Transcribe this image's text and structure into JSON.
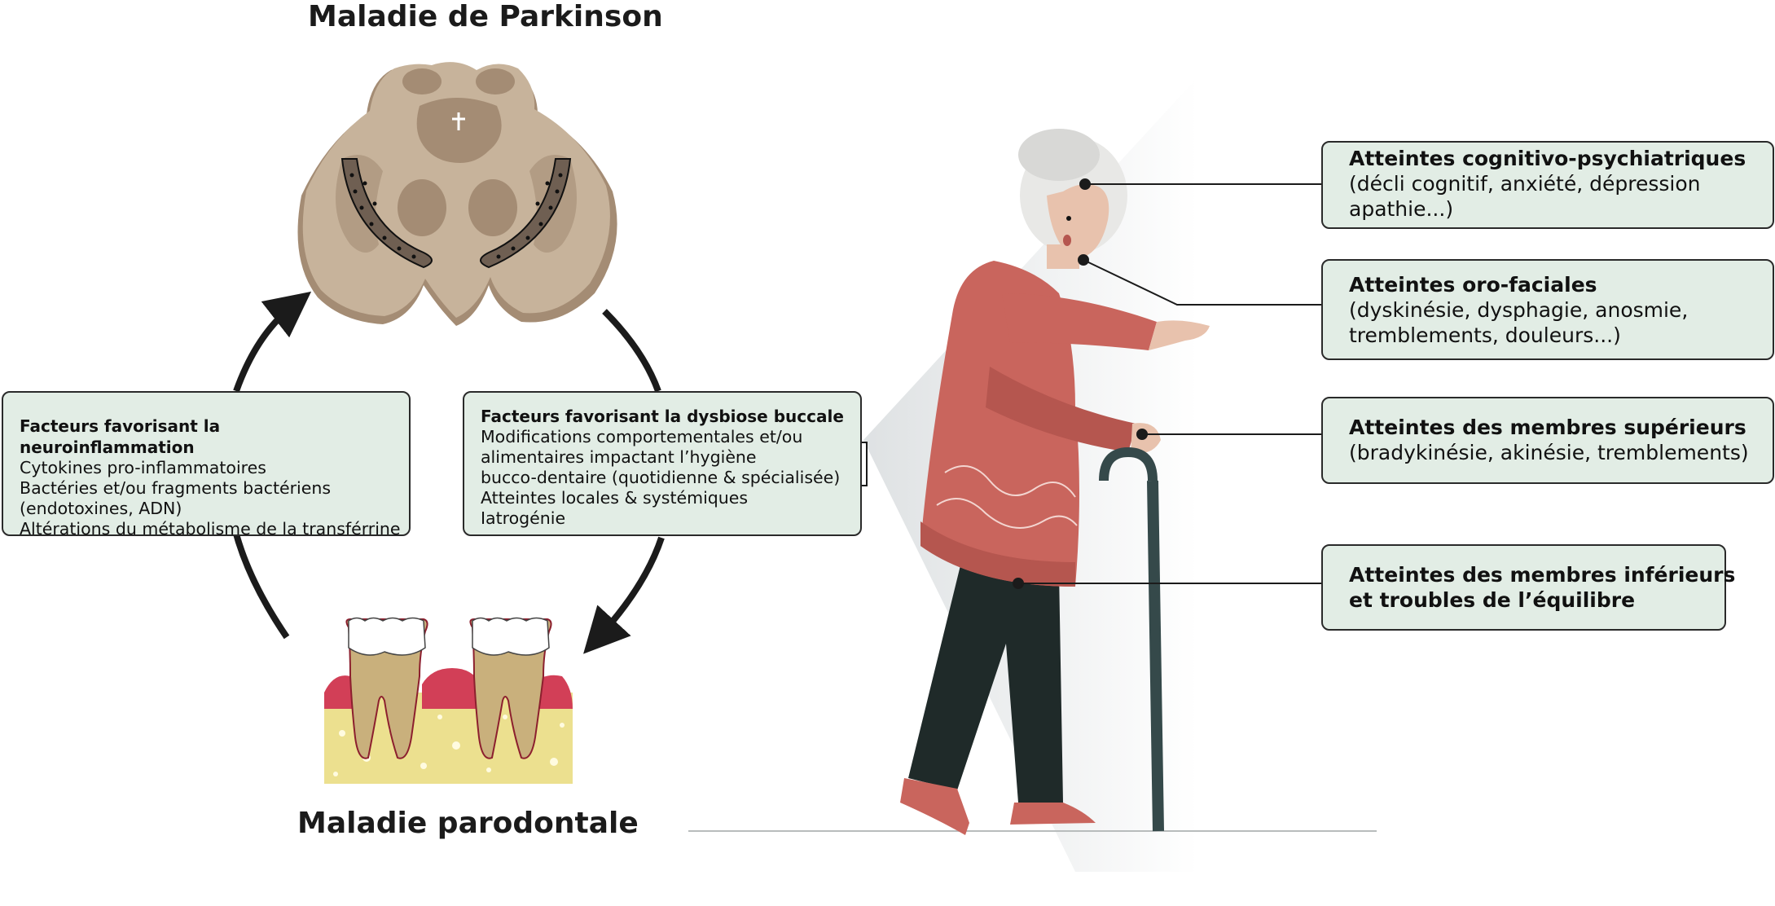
{
  "titles": {
    "top": "Maladie de Parkinson",
    "bottom": "Maladie parodontale"
  },
  "left_boxes": [
    {
      "title": "Facteurs favorisant la neuroinflammation",
      "lines": [
        "Cytokines pro-inflammatoires",
        "Bactéries et/ou fragments bactériens",
        "(endotoxines, ADN)",
        "Altérations du métabolisme de la transférrine"
      ]
    },
    {
      "title": "Facteurs favorisant la dysbiose buccale",
      "lines": [
        "Modifications comportementales et/ou",
        "alimentaires impactant l’hygiène",
        "bucco-dentaire (quotidienne & spécialisée)",
        "Atteintes locales & systémiques",
        "Iatrogénie"
      ]
    }
  ],
  "right_boxes": [
    {
      "title": "Atteintes cognitivo-psychiatriques",
      "lines": [
        "(décli cognitif, anxiété, dépression",
        "apathie...)"
      ]
    },
    {
      "title": "Atteintes oro-faciales",
      "lines": [
        "(dyskinésie, dysphagie, anosmie,",
        "tremblements, douleurs...)"
      ]
    },
    {
      "title": "Atteintes des membres supérieurs",
      "lines": [
        "(bradykinésie, akinésie, tremblements)"
      ]
    },
    {
      "title": "Atteintes des membres inférieurs",
      "lines": [
        "et troubles de l’équilibre"
      ]
    }
  ],
  "colors": {
    "box_fill": "#e2ede5",
    "brain_tissue": "#c7b39b",
    "brain_dark": "#a48c74",
    "cardigan": "#c9655d",
    "pants": "#1f2a29",
    "cane": "#35494a",
    "gum": "#d23f57",
    "bone": "#ece08f"
  },
  "icons": [
    "brain-section-icon",
    "teeth-periodontal-icon",
    "elderly-woman-cane-illustration"
  ]
}
